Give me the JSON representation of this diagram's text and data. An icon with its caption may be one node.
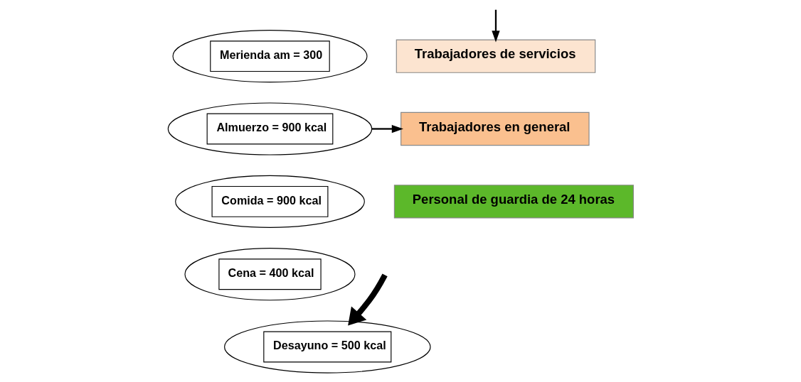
{
  "diagram": {
    "nodes": [
      {
        "text": [
          "Merienda am = 300"
        ]
      },
      {
        "text": [
          "Trabajadores de servicios"
        ]
      },
      {
        "text": [
          "Almuerzo = 900 kcal"
        ]
      },
      {
        "text": [
          "Trabajadores en general"
        ]
      },
      {
        "text": [
          "Comida = 900 kcal"
        ]
      },
      {
        "text": [
          "Personal de guardia de 24 horas"
        ]
      },
      {
        "text": [
          "Cena = 400 kcal"
        ]
      },
      {
        "text": [
          "Desayuno = 500 kcal"
        ]
      }
    ],
    "edges": [
      {
        "from": null,
        "to": 1,
        "arrow": "to"
      },
      {
        "from": 2,
        "to": 3,
        "arrow": "to"
      },
      {
        "from": null,
        "to": 7,
        "arrow": "to",
        "style": "thick"
      }
    ]
  }
}
